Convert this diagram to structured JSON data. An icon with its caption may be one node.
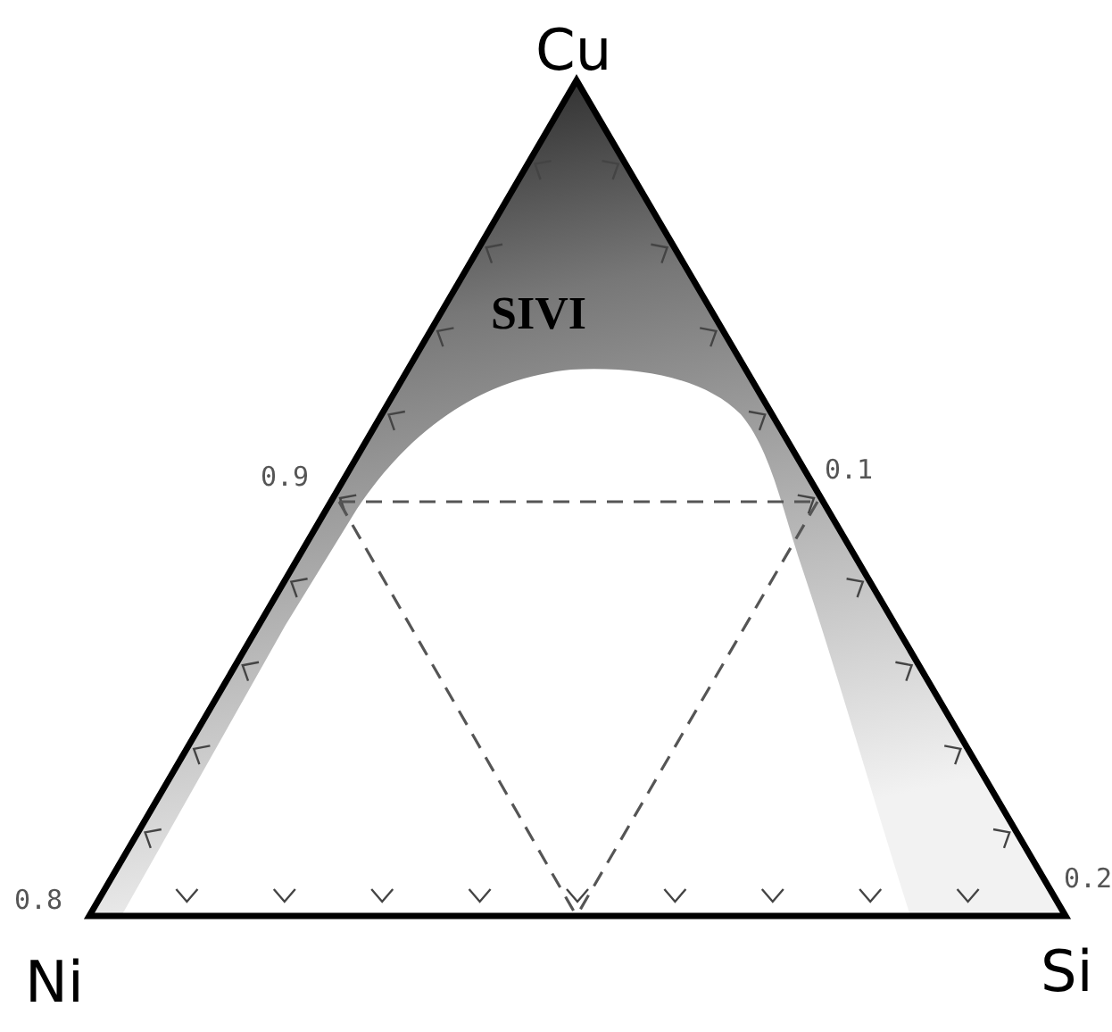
{
  "diagram": {
    "labels": [
      "Cu",
      "SIVI",
      "0.9",
      "0.1",
      "0.8",
      "0.2",
      "Ni",
      "Si"
    ]
  }
}
